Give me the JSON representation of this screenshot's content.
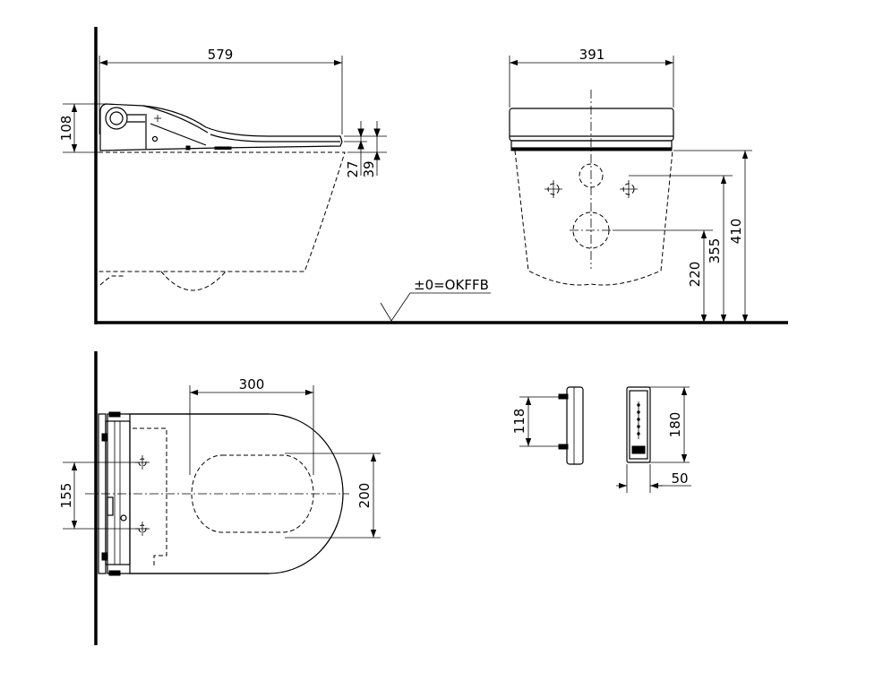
{
  "dimensions": {
    "side_length": "579",
    "side_height": "108",
    "lid_offset": "27",
    "seat_offset": "39",
    "front_width": "391",
    "bolt_height": "410",
    "upper_hole_height": "355",
    "lower_hole_height": "220",
    "floor_label": "±0=OKFFB",
    "seat_opening": "300",
    "wall_bolts": "155",
    "seat_width": "200",
    "bracket_height": "118",
    "panel_height": "180",
    "panel_depth": "50"
  }
}
